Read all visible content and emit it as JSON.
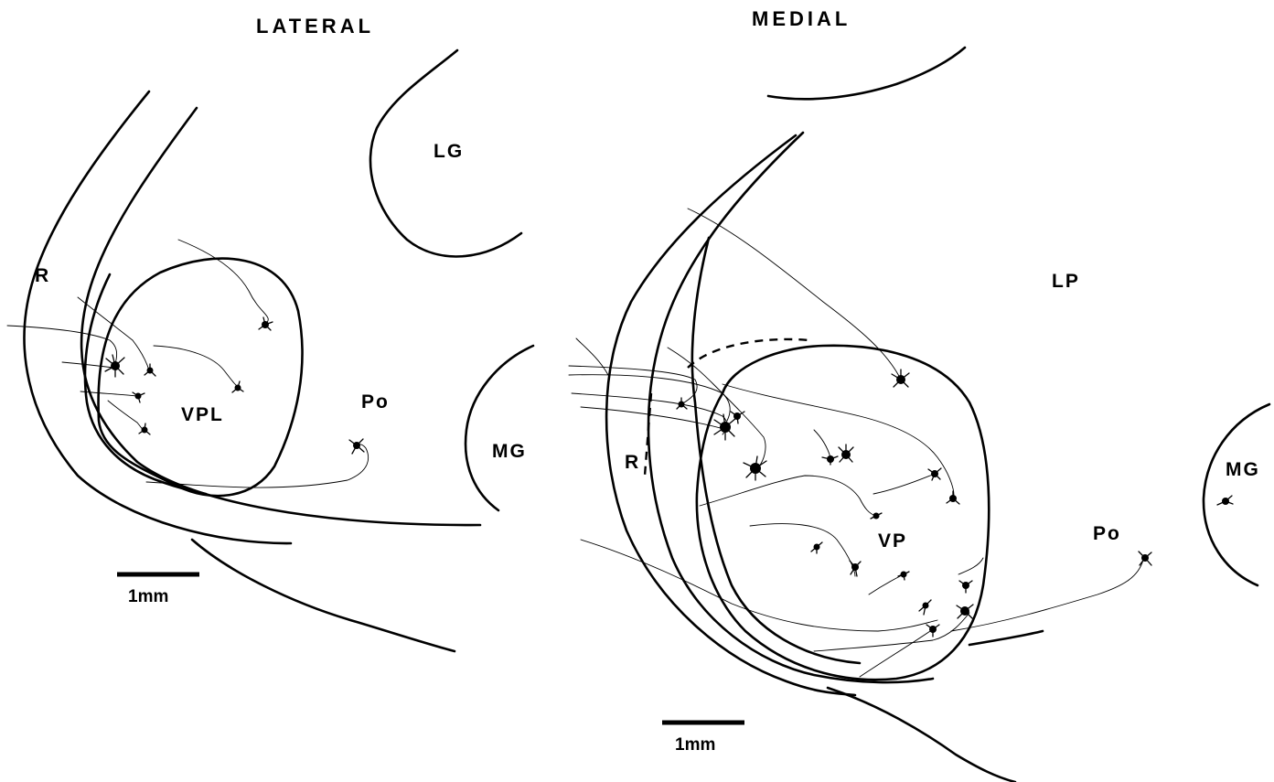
{
  "panels": [
    {
      "title": "LATERAL",
      "labels": {
        "r": "R",
        "vpl": "VPL",
        "lg": "LG",
        "po": "Po",
        "mg": "MG"
      },
      "scale_bar": "1mm"
    },
    {
      "title": "MEDIAL",
      "labels": {
        "r": "R",
        "vp": "VP",
        "lp": "LP",
        "po": "Po",
        "mg": "MG"
      },
      "scale_bar": "1mm"
    }
  ]
}
